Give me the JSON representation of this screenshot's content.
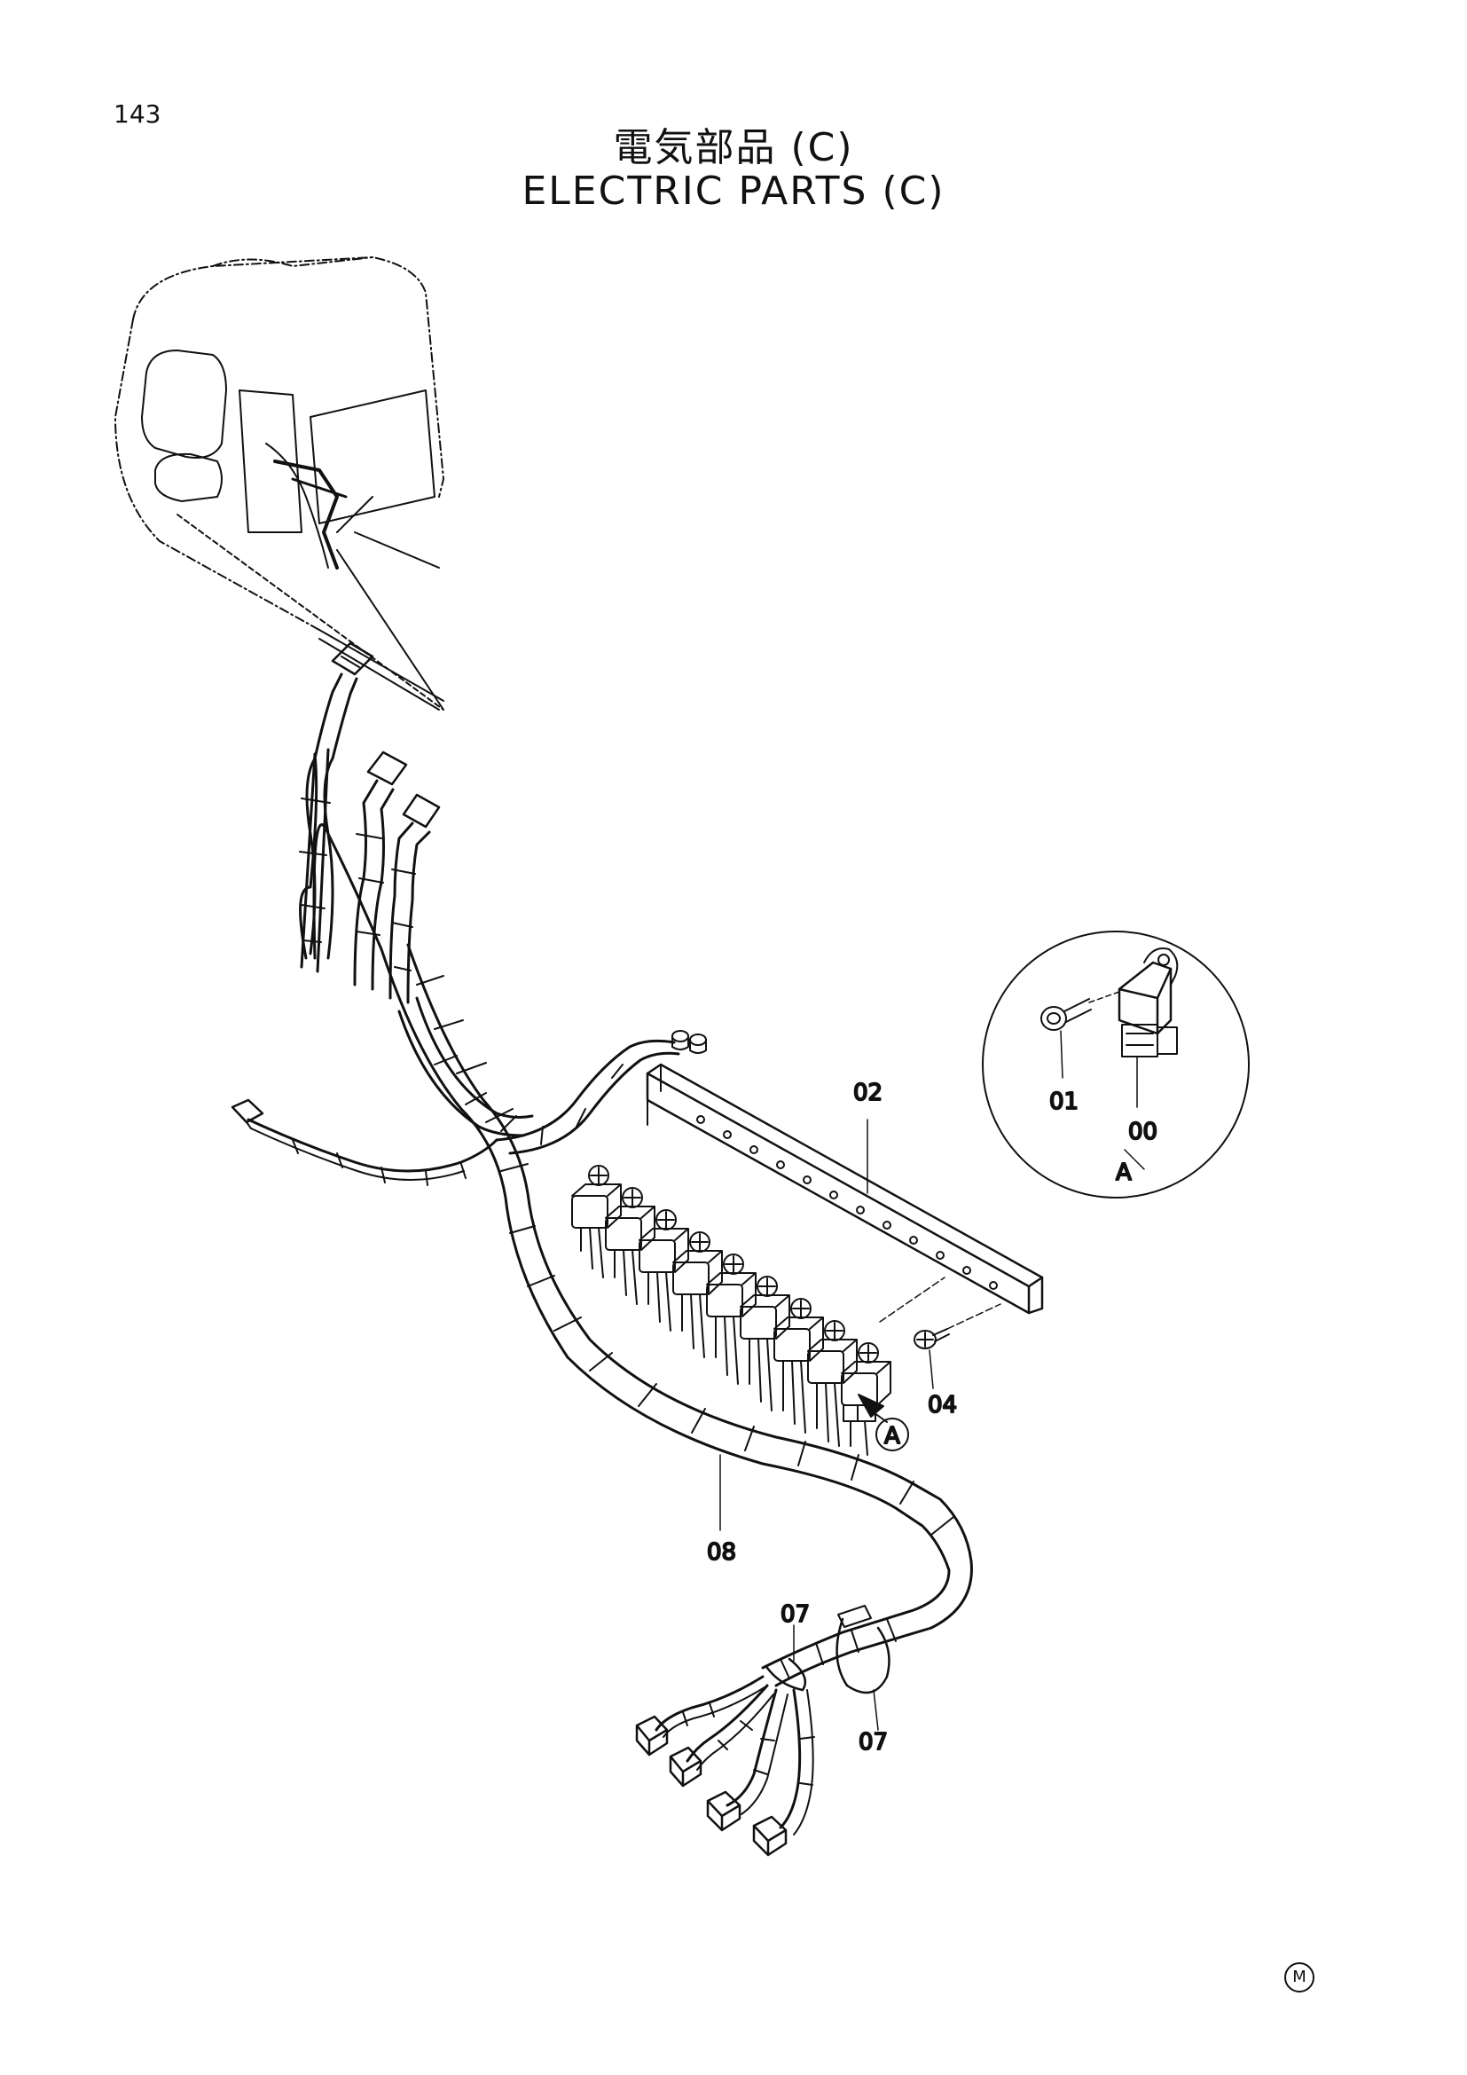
{
  "page": {
    "number": "143",
    "title_jp": "電気部品 (C)",
    "title_en": "ELECTRIC PARTS (C)",
    "mark": "M"
  },
  "callouts": {
    "p00": "00",
    "p01": "01",
    "p02": "02",
    "p04": "04",
    "p07a": "07",
    "p07b": "07",
    "p08": "08",
    "detail_a_circle": "A",
    "detail_a_label": "A"
  }
}
